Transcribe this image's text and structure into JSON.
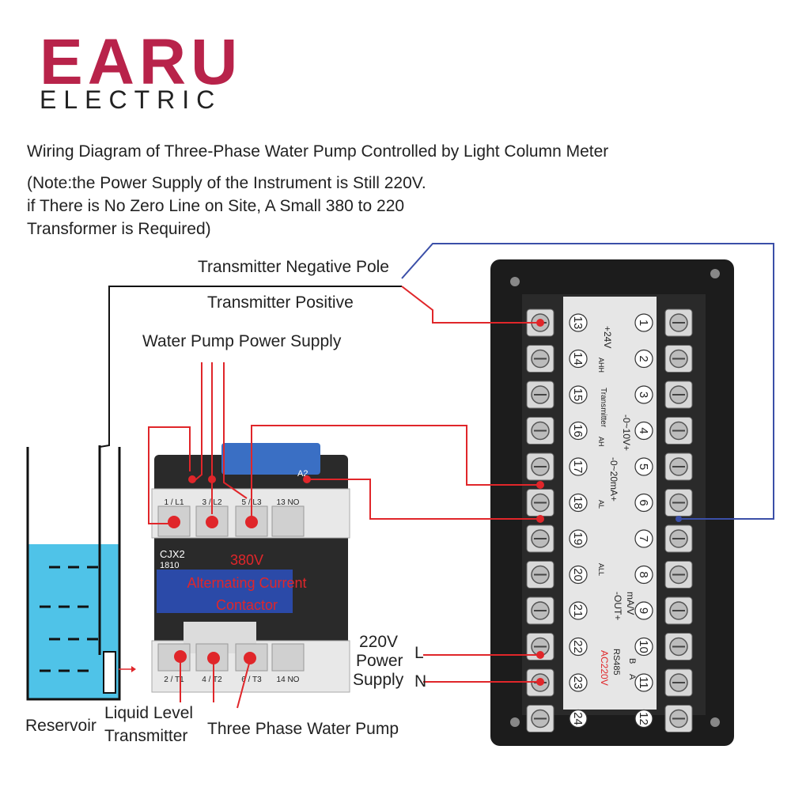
{
  "logo": {
    "brand": "EARU",
    "sub": "ELECTRIC"
  },
  "heading": "Wiring Diagram of Three-Phase Water Pump Controlled by Light Column Meter",
  "note": {
    "line1": "(Note:the Power Supply of the Instrument is Still 220V.",
    "line2": "if There is No Zero Line on Site, A Small 380 to 220",
    "line3": "Transformer is Required)"
  },
  "labels": {
    "transmitter_negative": "Transmitter Negative Pole",
    "transmitter_positive": "Transmitter Positive",
    "pump_power": "Water Pump Power Supply",
    "reservoir": "Reservoir",
    "liquid_level_1": "Liquid Level",
    "liquid_level_2": "Transmitter",
    "three_phase_pump": "Three Phase Water Pump",
    "power_220v_1": "220V",
    "power_220v_2": "Power",
    "power_220v_3": "Supply",
    "line_l": "L",
    "line_n": "N"
  },
  "contactor": {
    "model_1": "CJX2",
    "model_2": "1810",
    "voltage": "380V",
    "desc_1": "Alternating Current",
    "desc_2": "Contactor",
    "top_terms": [
      "1 / L1",
      "3 / L2",
      "5 / L3",
      "13 NO"
    ],
    "bottom_terms": [
      "2 / T1",
      "4 / T2",
      "6 / T3",
      "14 NO"
    ],
    "top_mark": "A2"
  },
  "meter": {
    "left_terms": [
      "13",
      "14",
      "15",
      "16",
      "17",
      "18",
      "19",
      "20",
      "21",
      "22",
      "23",
      "24"
    ],
    "right_terms": [
      "1",
      "2",
      "3",
      "4",
      "5",
      "6",
      "7",
      "8",
      "9",
      "10",
      "11",
      "12"
    ],
    "plus24v": "+24V",
    "ahh": "AHH",
    "transmitter": "Transmitter",
    "ah": "AH",
    "al": "AL",
    "all": "ALL",
    "v_range": "-0~10V+",
    "ma_range": "-0~20mA+",
    "out_1": "mA/V",
    "out_2": "-OUT+",
    "rs485": "RS485",
    "b": "B",
    "a": "A",
    "ac220v": "AC220V"
  },
  "colors": {
    "brand_red": "#b8234a",
    "wire_red": "#e0262a",
    "wire_blue": "#3b4fa8",
    "water": "#4fc3e8"
  }
}
